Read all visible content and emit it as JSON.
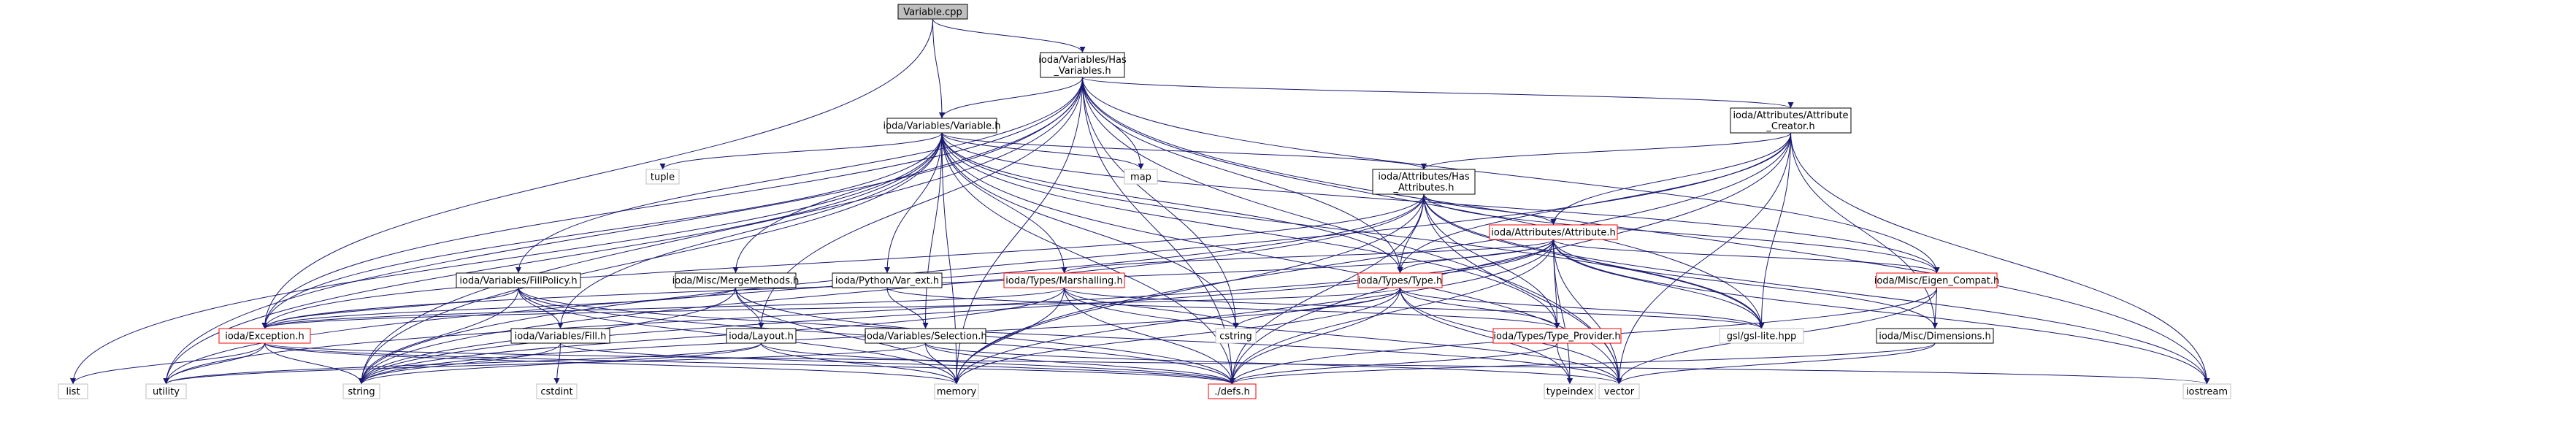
{
  "colors": {
    "node_fill": "#ffffff",
    "node_border": "#000000",
    "root_fill": "#bfbfbf",
    "undocumented_border": "#ff0000",
    "external_border": "#bfbfbf",
    "edge": "#191970"
  },
  "nodes": [
    {
      "id": "variable_cpp",
      "lines": [
        "Variable.cpp"
      ],
      "kind": "root"
    },
    {
      "id": "has_variables",
      "lines": [
        "ioda/Variables/Has",
        "_Variables.h"
      ],
      "kind": "normal"
    },
    {
      "id": "variable_h",
      "lines": [
        "ioda/Variables/Variable.h"
      ],
      "kind": "normal"
    },
    {
      "id": "attribute_creator",
      "lines": [
        "ioda/Attributes/Attribute",
        "_Creator.h"
      ],
      "kind": "normal"
    },
    {
      "id": "has_attributes",
      "lines": [
        "ioda/Attributes/Has",
        "_Attributes.h"
      ],
      "kind": "normal"
    },
    {
      "id": "tuple",
      "lines": [
        "tuple"
      ],
      "kind": "external"
    },
    {
      "id": "map",
      "lines": [
        "map"
      ],
      "kind": "external"
    },
    {
      "id": "attribute_h",
      "lines": [
        "ioda/Attributes/Attribute.h"
      ],
      "kind": "incomplete"
    },
    {
      "id": "fill_policy",
      "lines": [
        "ioda/Variables/FillPolicy.h"
      ],
      "kind": "normal"
    },
    {
      "id": "merge_methods",
      "lines": [
        "ioda/Misc/MergeMethods.h"
      ],
      "kind": "normal"
    },
    {
      "id": "var_ext",
      "lines": [
        "ioda/Python/Var_ext.h"
      ],
      "kind": "normal"
    },
    {
      "id": "marshalling",
      "lines": [
        "ioda/Types/Marshalling.h"
      ],
      "kind": "incomplete"
    },
    {
      "id": "type_h",
      "lines": [
        "ioda/Types/Type.h"
      ],
      "kind": "incomplete"
    },
    {
      "id": "eigen_compat",
      "lines": [
        "ioda/Misc/Eigen_Compat.h"
      ],
      "kind": "incomplete"
    },
    {
      "id": "exception",
      "lines": [
        "ioda/Exception.h"
      ],
      "kind": "incomplete"
    },
    {
      "id": "fill_h",
      "lines": [
        "ioda/Variables/Fill.h"
      ],
      "kind": "normal"
    },
    {
      "id": "layout",
      "lines": [
        "ioda/Layout.h"
      ],
      "kind": "normal"
    },
    {
      "id": "selection",
      "lines": [
        "ioda/Variables/Selection.h"
      ],
      "kind": "normal"
    },
    {
      "id": "type_provider",
      "lines": [
        "ioda/Types/Type_Provider.h"
      ],
      "kind": "incomplete"
    },
    {
      "id": "dimensions",
      "lines": [
        "ioda/Misc/Dimensions.h"
      ],
      "kind": "normal"
    },
    {
      "id": "gsl_lite",
      "lines": [
        "gsl/gsl-lite.hpp"
      ],
      "kind": "external"
    },
    {
      "id": "cstring",
      "lines": [
        "cstring"
      ],
      "kind": "external"
    },
    {
      "id": "list",
      "lines": [
        "list"
      ],
      "kind": "external"
    },
    {
      "id": "utility",
      "lines": [
        "utility"
      ],
      "kind": "external"
    },
    {
      "id": "string",
      "lines": [
        "string"
      ],
      "kind": "external"
    },
    {
      "id": "cstdint",
      "lines": [
        "cstdint"
      ],
      "kind": "external"
    },
    {
      "id": "memory",
      "lines": [
        "memory"
      ],
      "kind": "external"
    },
    {
      "id": "defs",
      "lines": [
        "./defs.h"
      ],
      "kind": "incomplete"
    },
    {
      "id": "typeindex",
      "lines": [
        "typeindex"
      ],
      "kind": "external"
    },
    {
      "id": "vector",
      "lines": [
        "vector"
      ],
      "kind": "external"
    },
    {
      "id": "iostream",
      "lines": [
        "iostream"
      ],
      "kind": "external"
    }
  ],
  "edges": [
    [
      "variable_cpp",
      "has_variables"
    ],
    [
      "variable_cpp",
      "variable_h"
    ],
    [
      "variable_cpp",
      "exception"
    ],
    [
      "has_variables",
      "variable_h"
    ],
    [
      "has_variables",
      "attribute_creator"
    ],
    [
      "has_variables",
      "fill_policy"
    ],
    [
      "has_variables",
      "merge_methods"
    ],
    [
      "has_variables",
      "layout"
    ],
    [
      "has_variables",
      "exception"
    ],
    [
      "has_variables",
      "type_h"
    ],
    [
      "has_variables",
      "eigen_compat"
    ],
    [
      "has_variables",
      "map"
    ],
    [
      "has_variables",
      "cstring"
    ],
    [
      "has_variables",
      "defs"
    ],
    [
      "has_variables",
      "memory"
    ],
    [
      "has_variables",
      "string"
    ],
    [
      "has_variables",
      "utility"
    ],
    [
      "has_variables",
      "vector"
    ],
    [
      "has_variables",
      "gsl_lite"
    ],
    [
      "has_variables",
      "iostream"
    ],
    [
      "variable_h",
      "has_attributes"
    ],
    [
      "variable_h",
      "tuple"
    ],
    [
      "variable_h",
      "map"
    ],
    [
      "variable_h",
      "list"
    ],
    [
      "variable_h",
      "var_ext"
    ],
    [
      "variable_h",
      "marshalling"
    ],
    [
      "variable_h",
      "type_h"
    ],
    [
      "variable_h",
      "eigen_compat"
    ],
    [
      "variable_h",
      "exception"
    ],
    [
      "variable_h",
      "fill_h"
    ],
    [
      "variable_h",
      "selection"
    ],
    [
      "variable_h",
      "type_provider"
    ],
    [
      "variable_h",
      "gsl_lite"
    ],
    [
      "variable_h",
      "cstring"
    ],
    [
      "variable_h",
      "memory"
    ],
    [
      "variable_h",
      "string"
    ],
    [
      "variable_h",
      "utility"
    ],
    [
      "variable_h",
      "vector"
    ],
    [
      "variable_h",
      "defs"
    ],
    [
      "attribute_creator",
      "has_attributes"
    ],
    [
      "attribute_creator",
      "attribute_h"
    ],
    [
      "attribute_creator",
      "type_h"
    ],
    [
      "attribute_creator",
      "dimensions"
    ],
    [
      "attribute_creator",
      "gsl_lite"
    ],
    [
      "attribute_creator",
      "defs"
    ],
    [
      "attribute_creator",
      "string"
    ],
    [
      "attribute_creator",
      "vector"
    ],
    [
      "attribute_creator",
      "iostream"
    ],
    [
      "attribute_creator",
      "memory"
    ],
    [
      "has_attributes",
      "attribute_h"
    ],
    [
      "has_attributes",
      "type_h"
    ],
    [
      "has_attributes",
      "eigen_compat"
    ],
    [
      "has_attributes",
      "exception"
    ],
    [
      "has_attributes",
      "type_provider"
    ],
    [
      "has_attributes",
      "gsl_lite"
    ],
    [
      "has_attributes",
      "defs"
    ],
    [
      "has_attributes",
      "memory"
    ],
    [
      "has_attributes",
      "string"
    ],
    [
      "has_attributes",
      "utility"
    ],
    [
      "has_attributes",
      "vector"
    ],
    [
      "has_attributes",
      "iostream"
    ],
    [
      "attribute_h",
      "marshalling"
    ],
    [
      "attribute_h",
      "type_h"
    ],
    [
      "attribute_h",
      "eigen_compat"
    ],
    [
      "attribute_h",
      "dimensions"
    ],
    [
      "attribute_h",
      "exception"
    ],
    [
      "attribute_h",
      "type_provider"
    ],
    [
      "attribute_h",
      "gsl_lite"
    ],
    [
      "attribute_h",
      "defs"
    ],
    [
      "attribute_h",
      "memory"
    ],
    [
      "attribute_h",
      "string"
    ],
    [
      "attribute_h",
      "utility"
    ],
    [
      "attribute_h",
      "vector"
    ],
    [
      "attribute_h",
      "iostream"
    ],
    [
      "attribute_h",
      "typeindex"
    ],
    [
      "fill_policy",
      "fill_h"
    ],
    [
      "fill_policy",
      "exception"
    ],
    [
      "fill_policy",
      "defs"
    ],
    [
      "fill_policy",
      "string"
    ],
    [
      "fill_policy",
      "memory"
    ],
    [
      "fill_policy",
      "vector"
    ],
    [
      "merge_methods",
      "layout"
    ],
    [
      "merge_methods",
      "exception"
    ],
    [
      "merge_methods",
      "string"
    ],
    [
      "merge_methods",
      "defs"
    ],
    [
      "merge_methods",
      "memory"
    ],
    [
      "var_ext",
      "selection"
    ],
    [
      "var_ext",
      "type_provider"
    ],
    [
      "marshalling",
      "exception"
    ],
    [
      "marshalling",
      "cstring"
    ],
    [
      "marshalling",
      "defs"
    ],
    [
      "marshalling",
      "gsl_lite"
    ],
    [
      "marshalling",
      "memory"
    ],
    [
      "marshalling",
      "string"
    ],
    [
      "marshalling",
      "vector"
    ],
    [
      "type_h",
      "type_provider"
    ],
    [
      "type_h",
      "exception"
    ],
    [
      "type_h",
      "gsl_lite"
    ],
    [
      "type_h",
      "cstring"
    ],
    [
      "type_h",
      "defs"
    ],
    [
      "type_h",
      "memory"
    ],
    [
      "type_h",
      "string"
    ],
    [
      "type_h",
      "vector"
    ],
    [
      "type_h",
      "typeindex"
    ],
    [
      "eigen_compat",
      "dimensions"
    ],
    [
      "eigen_compat",
      "defs"
    ],
    [
      "eigen_compat",
      "vector"
    ],
    [
      "exception",
      "list"
    ],
    [
      "exception",
      "string"
    ],
    [
      "exception",
      "utility"
    ],
    [
      "exception",
      "defs"
    ],
    [
      "exception",
      "memory"
    ],
    [
      "exception",
      "iostream"
    ],
    [
      "fill_h",
      "cstdint"
    ],
    [
      "fill_h",
      "string"
    ],
    [
      "fill_h",
      "defs"
    ],
    [
      "layout",
      "defs"
    ],
    [
      "layout",
      "memory"
    ],
    [
      "layout",
      "string"
    ],
    [
      "layout",
      "utility"
    ],
    [
      "selection",
      "defs"
    ],
    [
      "selection",
      "memory"
    ],
    [
      "selection",
      "vector"
    ],
    [
      "selection",
      "utility"
    ],
    [
      "type_provider",
      "defs"
    ],
    [
      "type_provider",
      "typeindex"
    ],
    [
      "dimensions",
      "defs"
    ],
    [
      "dimensions",
      "vector"
    ]
  ]
}
